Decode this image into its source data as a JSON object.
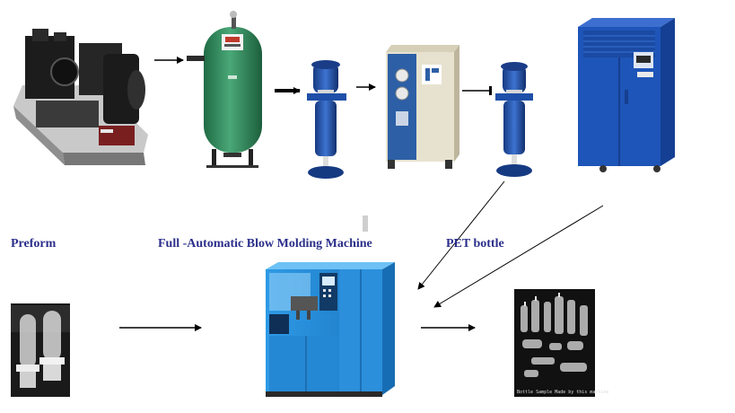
{
  "labels": {
    "preform": "Preform",
    "machine": "Full -Automatic Blow Molding Machine",
    "bottle": "PET bottle"
  },
  "photo_caption": "Bottle Sample Made by this machine",
  "chiller_panel_text": "...",
  "colors": {
    "label_text": "#2b2f8a",
    "tank_green": "#2f8a5a",
    "filter_blue": "#1f4fa8",
    "machine_blue": "#2a8fd8",
    "chiller_blue": "#1e55b8",
    "dryer_body": "#e7e2cf",
    "dryer_panel": "#2d5fa6",
    "arrow": "#000000"
  },
  "components": [
    {
      "name": "air-compressor"
    },
    {
      "name": "air-storage-tank"
    },
    {
      "name": "line-filter-1"
    },
    {
      "name": "refrigerated-air-dryer"
    },
    {
      "name": "line-filter-2"
    },
    {
      "name": "water-chiller"
    },
    {
      "name": "preform-photo"
    },
    {
      "name": "blow-molding-machine"
    },
    {
      "name": "pet-bottle-photo"
    }
  ]
}
